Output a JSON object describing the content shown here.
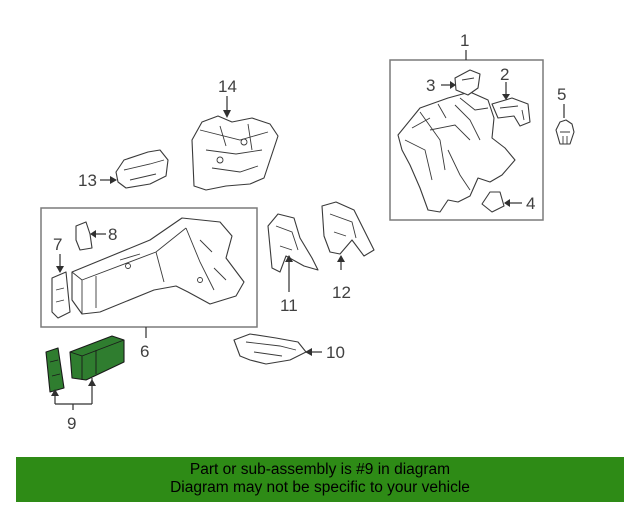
{
  "callouts": {
    "c1": "1",
    "c2": "2",
    "c3": "3",
    "c4": "4",
    "c5": "5",
    "c6": "6",
    "c7": "7",
    "c8": "8",
    "c9": "9",
    "c10": "10",
    "c11": "11",
    "c12": "12",
    "c13": "13",
    "c14": "14"
  },
  "banner": {
    "line1": "Part or sub-assembly is #9 in diagram",
    "line2": "Diagram may not be specific to your vehicle"
  },
  "colors": {
    "highlight_part": "#2f7d2f",
    "banner_background": "#2e8b16"
  }
}
